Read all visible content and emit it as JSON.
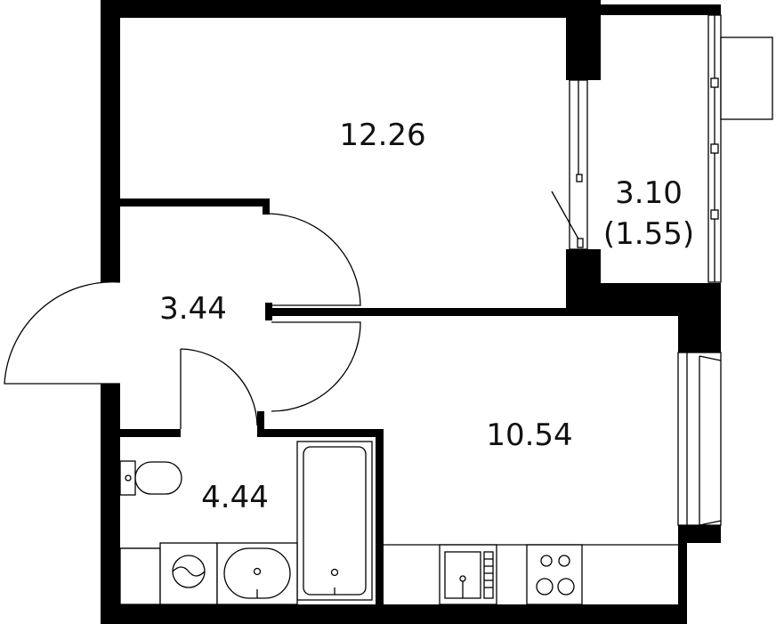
{
  "plan": {
    "rooms": [
      {
        "id": "room-living",
        "area": "12.26"
      },
      {
        "id": "room-balcony",
        "area": "3.10",
        "area_reduced": "(1.55)"
      },
      {
        "id": "room-hall",
        "area": "3.44"
      },
      {
        "id": "room-kitchen",
        "area": "10.54"
      },
      {
        "id": "room-bathroom",
        "area": "4.44"
      }
    ],
    "colors": {
      "wall": "#000000",
      "line": "#000000",
      "background": "#ffffff"
    }
  }
}
